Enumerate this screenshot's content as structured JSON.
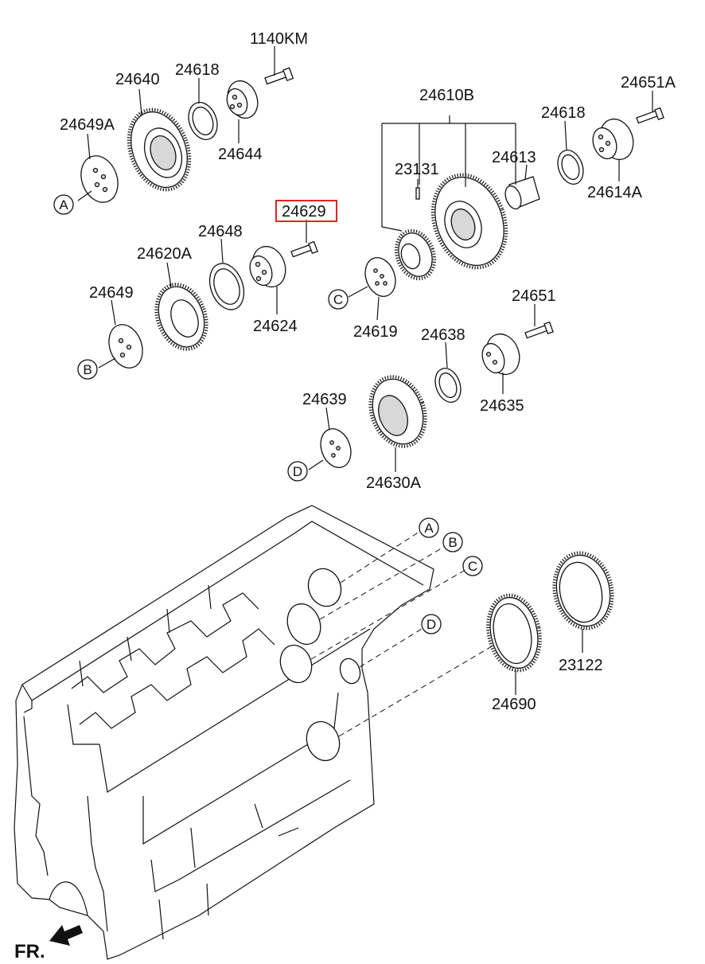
{
  "diagram": {
    "highlight_color": "#e0261f",
    "parts": [
      {
        "id": "p1140KM",
        "number": "1140KM"
      },
      {
        "id": "p24640",
        "number": "24640"
      },
      {
        "id": "p24618a",
        "number": "24618"
      },
      {
        "id": "p24649A",
        "number": "24649A"
      },
      {
        "id": "p24644",
        "number": "24644"
      },
      {
        "id": "p24610B",
        "number": "24610B"
      },
      {
        "id": "p24651A",
        "number": "24651A"
      },
      {
        "id": "p24618b",
        "number": "24618"
      },
      {
        "id": "p23131",
        "number": "23131"
      },
      {
        "id": "p24613",
        "number": "24613"
      },
      {
        "id": "p24614A",
        "number": "24614A"
      },
      {
        "id": "p24629",
        "number": "24629",
        "highlighted": true
      },
      {
        "id": "p24648",
        "number": "24648"
      },
      {
        "id": "p24620A",
        "number": "24620A"
      },
      {
        "id": "p24649",
        "number": "24649"
      },
      {
        "id": "p24624",
        "number": "24624"
      },
      {
        "id": "p24619",
        "number": "24619"
      },
      {
        "id": "p24651",
        "number": "24651"
      },
      {
        "id": "p24638",
        "number": "24638"
      },
      {
        "id": "p24635",
        "number": "24635"
      },
      {
        "id": "p24639",
        "number": "24639"
      },
      {
        "id": "p24630A",
        "number": "24630A"
      },
      {
        "id": "p23122",
        "number": "23122"
      },
      {
        "id": "p24690",
        "number": "24690"
      }
    ],
    "reference_markers": {
      "A": "A",
      "B": "B",
      "C": "C",
      "D": "D"
    },
    "front_label": "FR."
  }
}
